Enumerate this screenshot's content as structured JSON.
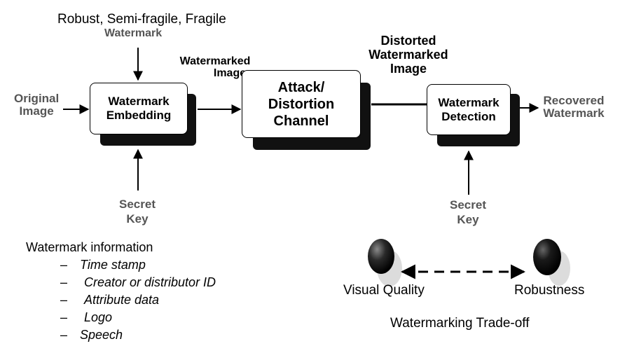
{
  "top_input": {
    "types": "Robust, Semi-fragile, Fragile",
    "watermark": "Watermark"
  },
  "original_image": {
    "line1": "Original",
    "line2": "Image"
  },
  "embedding_box": {
    "line1": "Watermark",
    "line2": "Embedding"
  },
  "watermarked_image": {
    "line1": "Watermarked",
    "line2": "Image"
  },
  "attack_box": {
    "line1": "Attack/",
    "line2": "Distortion",
    "line3": "Channel"
  },
  "distorted_image": {
    "line1": "Distorted",
    "line2": "Watermarked",
    "line3": "Image"
  },
  "detection_box": {
    "line1": "Watermark",
    "line2": "Detection"
  },
  "recovered_watermark": {
    "line1": "Recovered",
    "line2": "Watermark"
  },
  "secret_key_left": {
    "line1": "Secret",
    "line2": "Key"
  },
  "secret_key_right": {
    "line1": "Secret",
    "line2": "Key"
  },
  "watermark_info": {
    "title": "Watermark information",
    "items": [
      "Time stamp",
      "Creator or distributor ID",
      "Attribute data",
      "Logo",
      "Speech"
    ],
    "bullet": "–"
  },
  "tradeoff": {
    "left_label": "Visual Quality",
    "right_label": "Robustness",
    "caption": "Watermarking Trade-off"
  }
}
